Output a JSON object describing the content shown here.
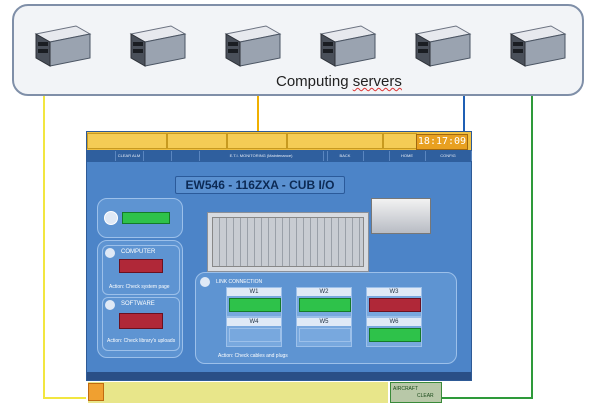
{
  "servers": {
    "label_prefix": "Computing ",
    "label_squiggle": "servers",
    "count": 6
  },
  "screen": {
    "title": "EW546 - 116ZXA - CUB I/O",
    "clock": "18:17:09",
    "menu": [
      "",
      "CLEAR ALM",
      "",
      "",
      "E.T.I. MONITORING (Maintenance)",
      "",
      "BACK",
      "",
      "HOME",
      "CONFIG"
    ],
    "link_connection": "LINK CONNECTION",
    "computer_label": "COMPUTER",
    "software_label": "SOFTWARE",
    "computer_action": "Action: Check system page",
    "software_action": "Action: Check library's uploads",
    "link_action": "Action: Check cables and plugs",
    "windows": [
      {
        "label": "W1",
        "status": "green"
      },
      {
        "label": "W2",
        "status": "green"
      },
      {
        "label": "W3",
        "status": "red"
      },
      {
        "label": "W4",
        "status": "blue"
      },
      {
        "label": "W5",
        "status": "blue"
      },
      {
        "label": "W6",
        "status": "green"
      }
    ],
    "bottom_right_top": "AIRCRAFT",
    "bottom_right_bottom": "CLEAR"
  },
  "colors": {
    "yellow_wire": "#f2e640",
    "orange_wire": "#f0b000",
    "blue_wire": "#1f5fb4",
    "green_wire": "#2e9a3a"
  }
}
